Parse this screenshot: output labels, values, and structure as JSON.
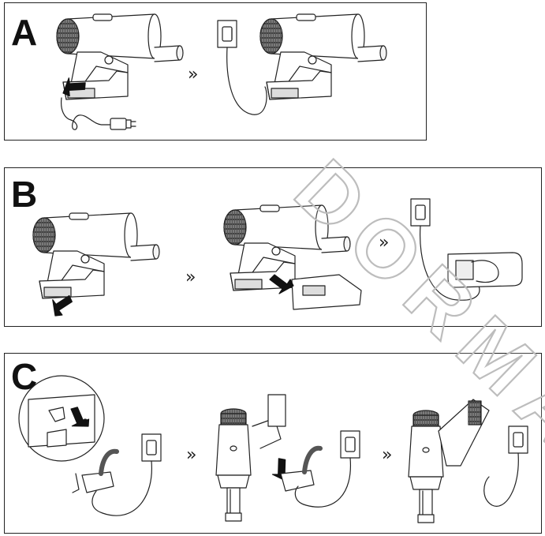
{
  "panels": [
    {
      "label": "A",
      "step_arrows": [
        "»"
      ]
    },
    {
      "label": "B",
      "step_arrows": [
        "»",
        "»"
      ]
    },
    {
      "label": "C",
      "step_arrows": [
        "»",
        "»"
      ]
    }
  ],
  "watermark": {
    "text": "DORMA",
    "color": "#cfcfcf"
  },
  "colors": {
    "line": "#222222",
    "shade": "#9a9a9a",
    "light": "#e6e6e6",
    "pointer": "#111111"
  },
  "icons": [
    "vacuum-icon",
    "charger-icon",
    "wall-socket-icon",
    "battery-icon",
    "press-arrow-icon",
    "wall-bracket-icon"
  ]
}
